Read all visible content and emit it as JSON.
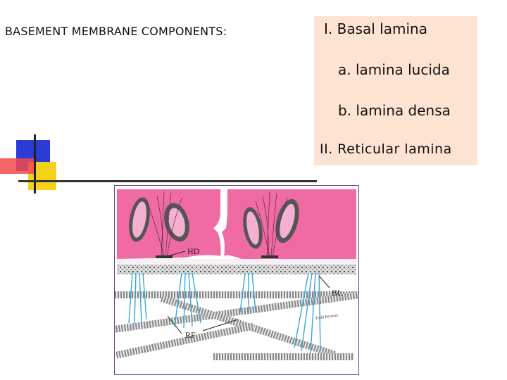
{
  "slide": {
    "title": "BASEMENT MEMBRANE COMPONENTS:"
  },
  "outline": {
    "items": [
      "I. Basal lamina",
      "a. lamina lucida",
      "b. lamina densa",
      "II. Reticular lamina"
    ]
  },
  "figure": {
    "labels": {
      "hd": "HD",
      "bl": "BL",
      "rf": "RF",
      "credit": "Todd Barman"
    }
  },
  "colors": {
    "outline_background": "#fde3d2",
    "cell_pink": "#f06aa3",
    "fibril_blue": "#3aa7d8",
    "deco_blue": "#2b3bd6",
    "deco_red": "#f04a4a",
    "deco_yellow": "#f5d21a"
  }
}
